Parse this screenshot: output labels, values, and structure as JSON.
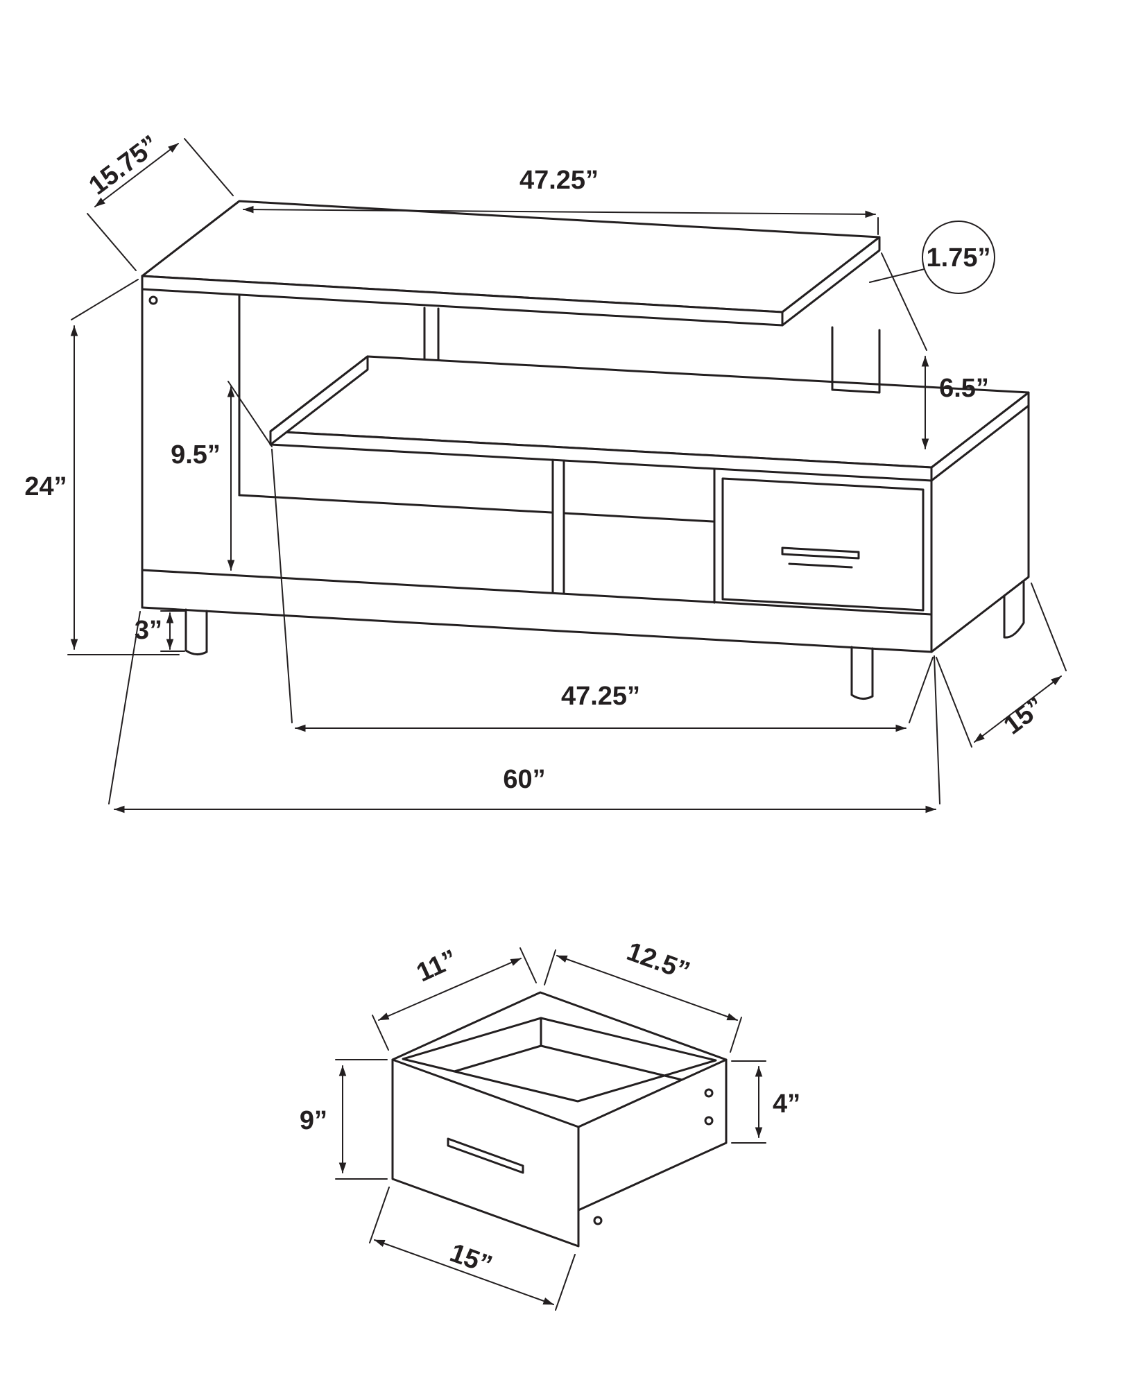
{
  "diagram": {
    "background": "#ffffff",
    "line_color": "#231f20",
    "views": [
      "tv-stand-overall",
      "drawer-detail"
    ]
  },
  "tv_stand": {
    "dims": {
      "top_shelf_depth": "15.75”",
      "top_shelf_width": "47.25”",
      "shelf_thickness": "1.75”",
      "shelf_gap": "6.5”",
      "overall_height": "24”",
      "opening_height": "9.5”",
      "leg_height": "3”",
      "lower_shelf_width": "47.25”",
      "base_depth": "15”",
      "overall_width": "60”"
    }
  },
  "drawer": {
    "dims": {
      "opening_depth": "11”",
      "top_depth": "12.5”",
      "front_height": "9”",
      "side_height": "4”",
      "front_width": "15”"
    }
  }
}
